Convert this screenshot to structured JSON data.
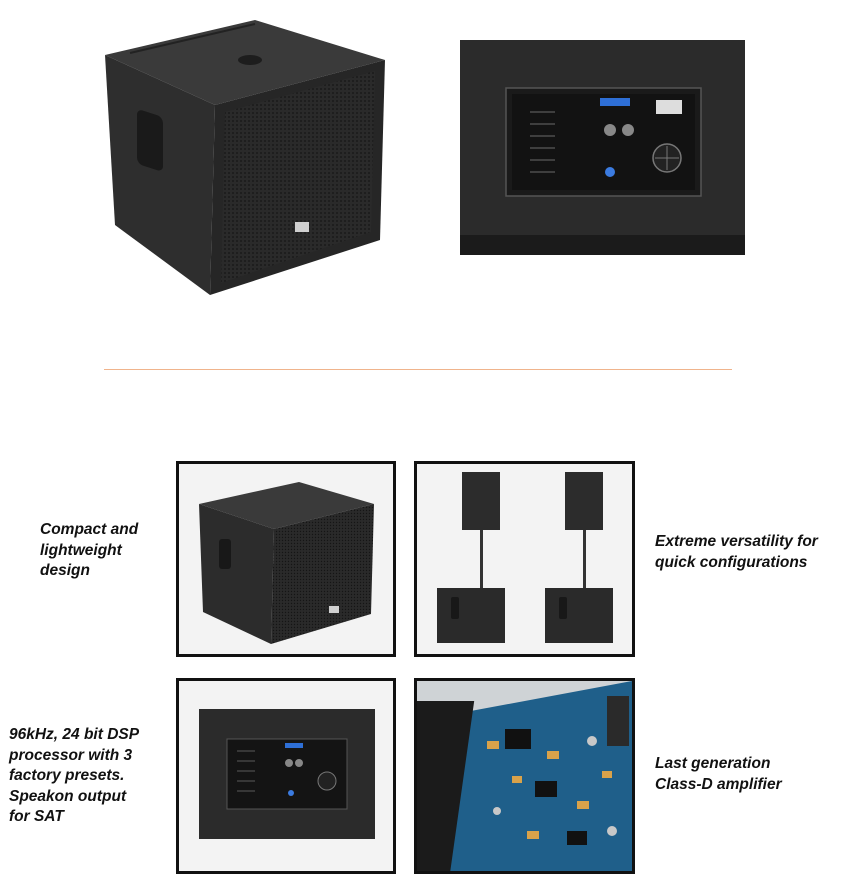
{
  "features": [
    {
      "caption": "Compact and\nlightweight\ndesign"
    },
    {
      "caption": "Extreme versatility for\nquick configurations"
    },
    {
      "caption": "96kHz, 24 bit DSP\nprocessor with 3\nfactory presets.\nSpeakon output\nfor SAT"
    },
    {
      "caption": "Last generation\nClass-D amplifier"
    }
  ],
  "images": {
    "top_left": "subwoofer-front-3-4-view",
    "top_right": "subwoofer-rear-amplifier-panel",
    "grid_1": "subwoofer-compact",
    "grid_2": "pole-mounted-satellite-configuration",
    "grid_3": "rear-dsp-panel",
    "grid_4": "class-d-amplifier-circuit-board"
  },
  "colors": {
    "divider": "#f0b48c",
    "cabinet": "#2b2b2b",
    "pcb": "#1f5f8a"
  }
}
